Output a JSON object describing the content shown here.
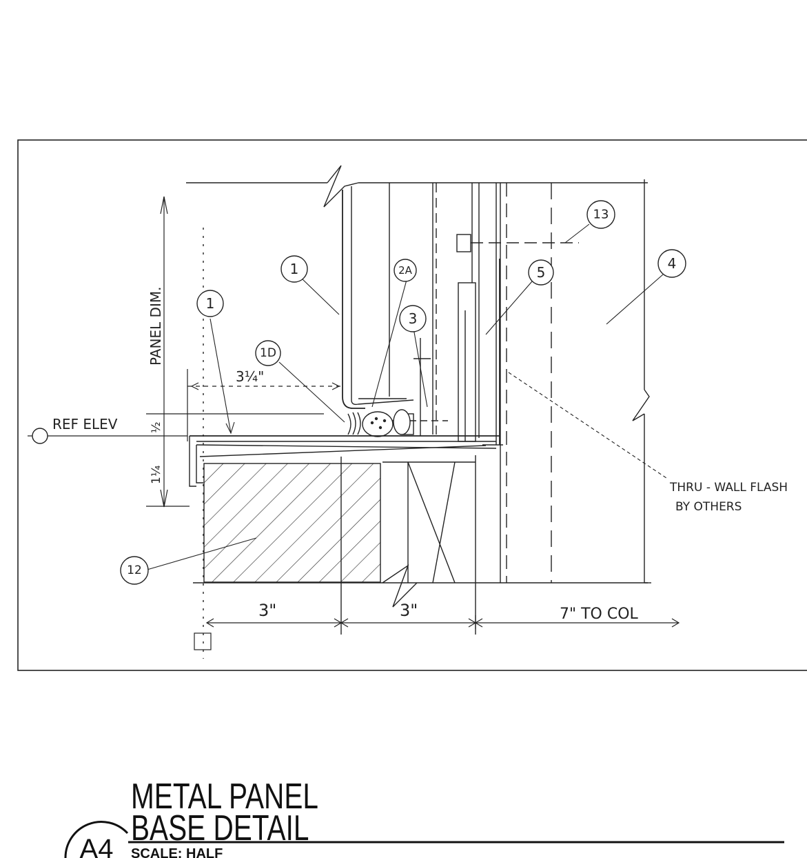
{
  "title": {
    "line1": "METAL PANEL",
    "line2": "BASE DETAIL",
    "scale": "SCALE: HALF",
    "tag": "A4"
  },
  "callouts": {
    "c1_left": "1",
    "c1_mid": "1",
    "c1d": "1D",
    "c2a": "2A",
    "c3": "3",
    "c4": "4",
    "c5": "5",
    "c12": "12",
    "c13": "13"
  },
  "labels": {
    "panel_dim": "PANEL DIM.",
    "ref_elev": "REF ELEV",
    "thru_wall_1": "THRU - WALL FLASH",
    "thru_wall_2": "BY OTHERS"
  },
  "dimensions": {
    "d_3_1_4": "3¼\"",
    "d_1_2": "½",
    "d_1_1_4": "1¼",
    "d_3_left": "3\"",
    "d_3_mid": "3\"",
    "d_7_to_col": "7\"  TO COL"
  }
}
